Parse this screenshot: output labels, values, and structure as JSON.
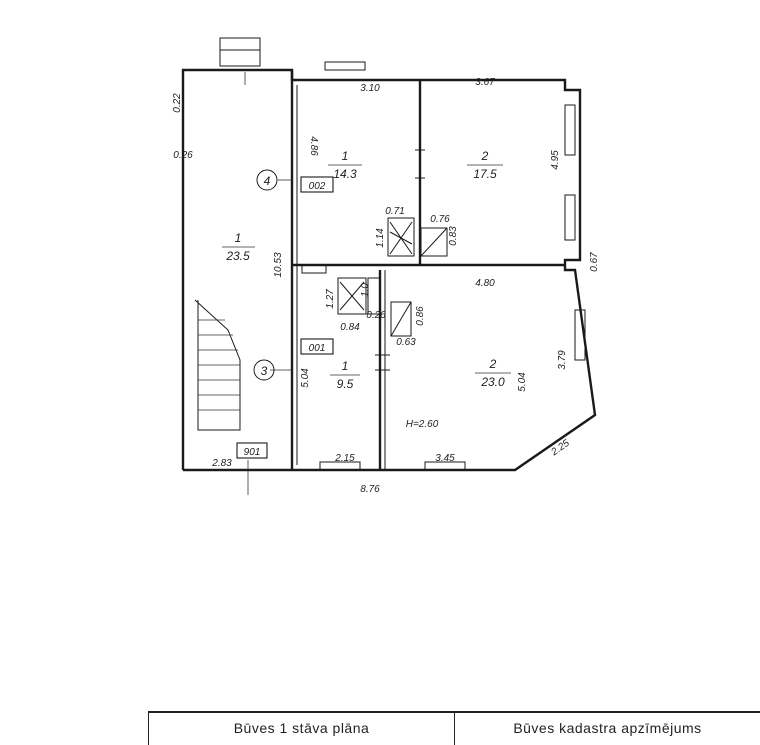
{
  "plan": {
    "dimensions": {
      "d_022": "0.22",
      "d_026": "0.26",
      "d_310": "3.10",
      "d_367": "3.67",
      "d_486": "4.86",
      "d_495": "4.95",
      "d_1053": "10.53",
      "d_071": "0.71",
      "d_076": "0.76",
      "d_114": "1.14",
      "d_083": "0.83",
      "d_067": "0.67",
      "d_480": "4.80",
      "d_127": "1.27",
      "d_10": "1.0",
      "d_084": "0.84",
      "d_026b": "0.26",
      "d_086": "0.86",
      "d_063": "0.63",
      "d_504a": "5.04",
      "d_379": "3.79",
      "d_504b": "5.04",
      "d_283": "2.83",
      "d_215": "2.15",
      "d_345": "3.45",
      "d_225": "2.25",
      "d_876": "8.76",
      "d_h": "H=2.60"
    },
    "rooms": [
      {
        "num": "1",
        "area": "23.5"
      },
      {
        "num": "1",
        "area": "14.3"
      },
      {
        "num": "2",
        "area": "17.5"
      },
      {
        "num": "1",
        "area": "9.5"
      },
      {
        "num": "2",
        "area": "23.0"
      }
    ],
    "circles": [
      "4",
      "3"
    ],
    "room_ids": [
      "002",
      "001",
      "901"
    ]
  },
  "title_block": {
    "left": "Būves 1 stāva plāna",
    "right": "Būves kadastra apzīmējums"
  }
}
